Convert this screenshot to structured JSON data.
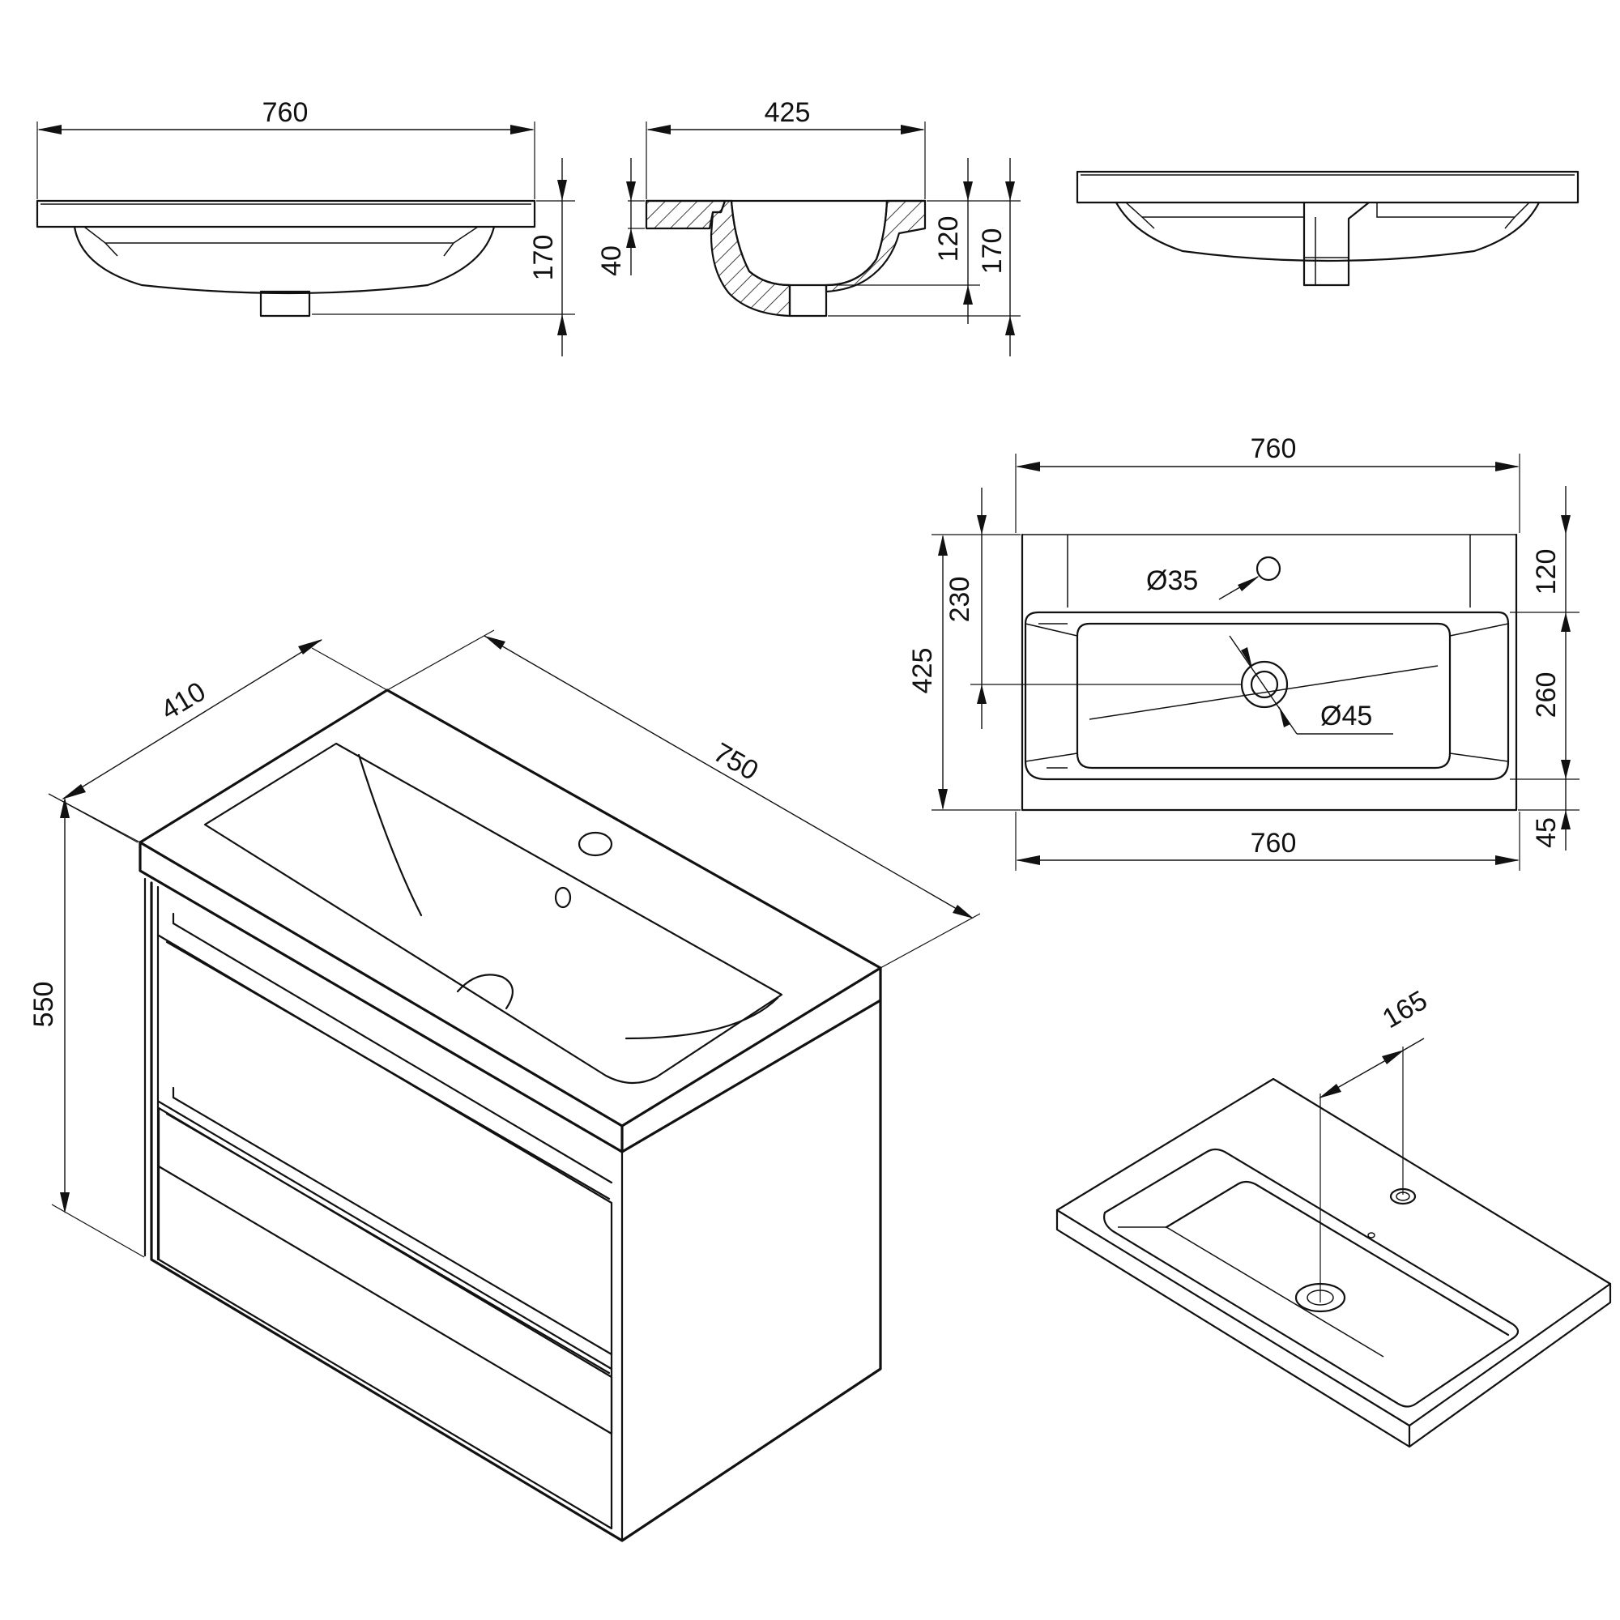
{
  "drawing": {
    "front_view": {
      "width": "760",
      "height": "170"
    },
    "section_view": {
      "depth": "425",
      "rim": "40",
      "bowl": "120",
      "height": "170"
    },
    "top_view": {
      "width_top": "760",
      "width_bottom": "760",
      "depth_total": "425",
      "depth_to_drain": "230",
      "back_ledge": "120",
      "bowl_length": "260",
      "front_edge": "45",
      "tap_hole": "Ø35",
      "drain_hole": "Ø45"
    },
    "cabinet_iso": {
      "depth": "410",
      "width": "750",
      "height": "550"
    },
    "basin_iso": {
      "tap_offset": "165"
    }
  },
  "colors": {
    "line": "#111111",
    "background": "#ffffff"
  }
}
